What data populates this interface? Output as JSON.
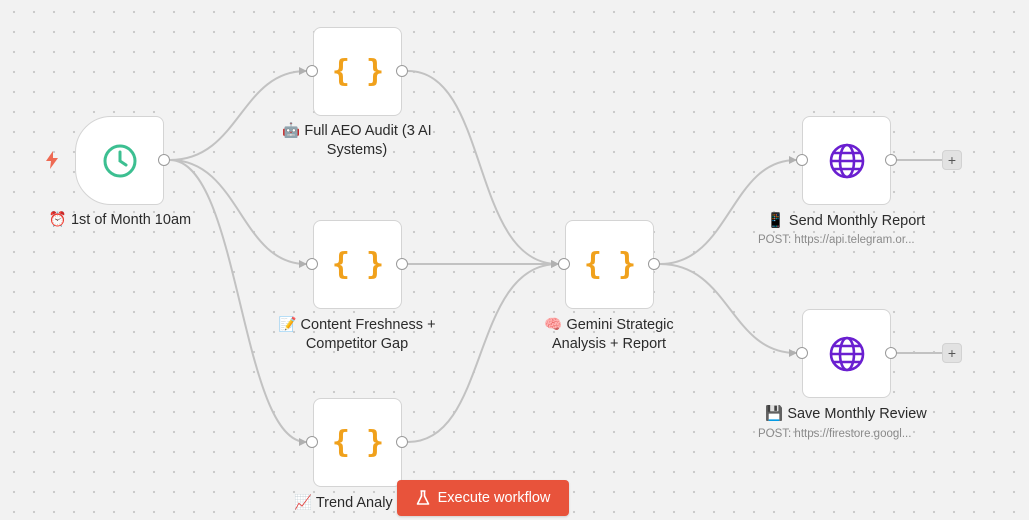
{
  "canvas": {
    "trigger_node": {
      "label": "⏰ 1st of Month 10am",
      "icon": "clock-icon"
    },
    "code_nodes": [
      {
        "label": "🤖 Full AEO Audit (3 AI Systems)",
        "icon": "braces-icon"
      },
      {
        "label": "📝 Content Freshness + Competitor Gap",
        "icon": "braces-icon"
      },
      {
        "label": "📈 Trend Analy",
        "icon": "braces-icon"
      },
      {
        "label": "🧠 Gemini Strategic Analysis + Report",
        "icon": "braces-icon"
      }
    ],
    "http_nodes": [
      {
        "label": "📱 Send Monthly Report",
        "subtitle": "POST: https://api.telegram.or...",
        "icon": "globe-icon"
      },
      {
        "label": "💾 Save Monthly Review",
        "subtitle": "POST: https://firestore.googl...",
        "icon": "globe-icon"
      }
    ],
    "braces_glyph": "{ }",
    "add_glyph": "+"
  },
  "toolbar": {
    "execute_label": "Execute workflow",
    "execute_icon": "flask-icon"
  },
  "colors": {
    "accent": "#e8533b",
    "braces": "#f0a11c",
    "clock": "#3cbf91",
    "globe": "#6a1fd0",
    "edge": "#c0c0c0"
  }
}
